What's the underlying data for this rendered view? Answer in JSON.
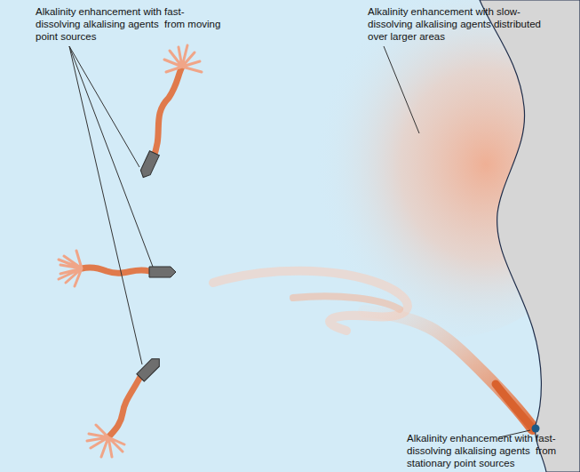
{
  "diagram": {
    "labels": [
      "Alkalinity enhancement with fast-dissolving alkalising agents  from moving point sources",
      "Alkalinity enhancement with slow-dissolving alkalising agents distributed over larger areas",
      "Alkalinity enhancement with fast-dissolving alkalising agents  from stationary point sources"
    ]
  }
}
